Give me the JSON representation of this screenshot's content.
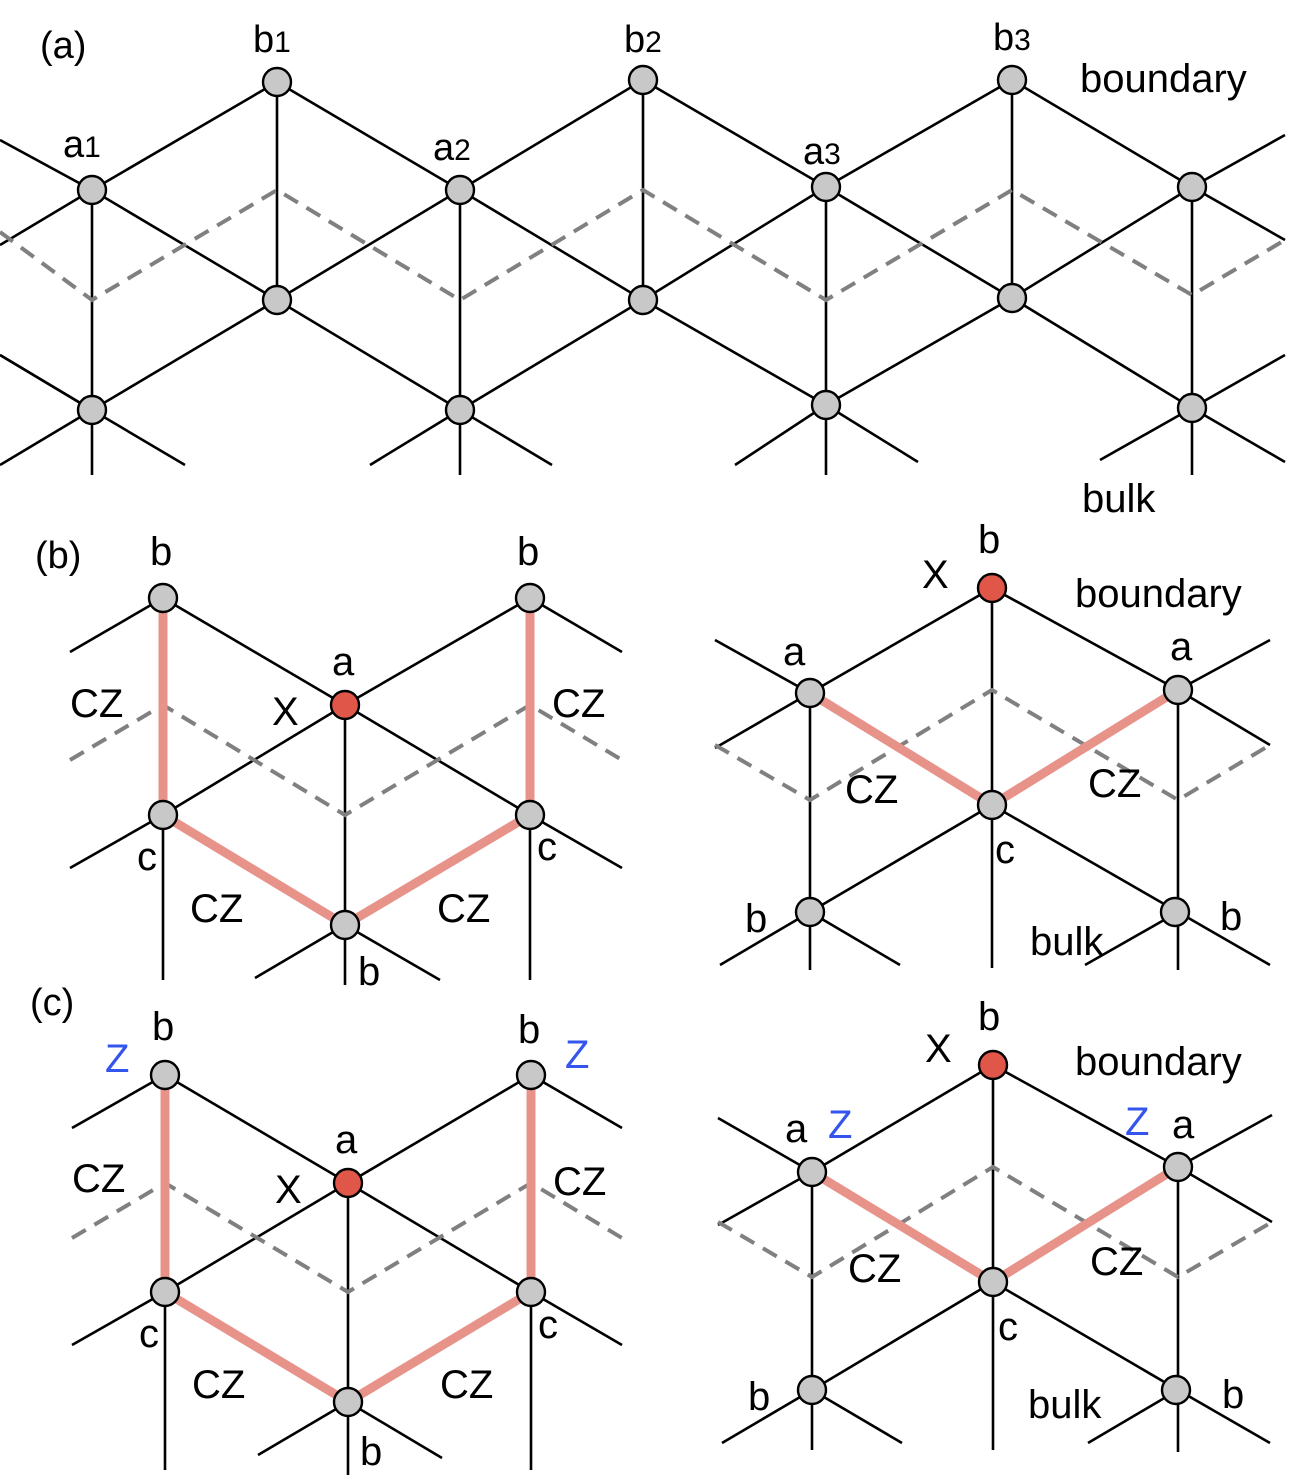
{
  "panels": [
    {
      "id": "a",
      "tag": "(a)",
      "edge_labels": [],
      "region_labels": [
        "boundary",
        "bulk"
      ],
      "node_labels": [
        {
          "base": "b",
          "sub": "1"
        },
        {
          "base": "b",
          "sub": "2"
        },
        {
          "base": "b",
          "sub": "3"
        },
        {
          "base": "a",
          "sub": "1"
        },
        {
          "base": "a",
          "sub": "2"
        },
        {
          "base": "a",
          "sub": "3"
        }
      ]
    },
    {
      "id": "b",
      "tag": "(b)",
      "operators": [
        "X",
        "X"
      ],
      "edge_labels": [
        "CZ",
        "CZ",
        "CZ",
        "CZ",
        "CZ",
        "CZ"
      ],
      "region_labels": [
        "boundary",
        "bulk"
      ],
      "node_labels": [
        "b",
        "b",
        "a",
        "c",
        "c",
        "b",
        "b",
        "a",
        "a",
        "c",
        "b",
        "b"
      ]
    },
    {
      "id": "c",
      "tag": "(c)",
      "operators": [
        "X",
        "X"
      ],
      "z_operators": [
        "Z",
        "Z",
        "Z",
        "Z"
      ],
      "edge_labels": [
        "CZ",
        "CZ",
        "CZ",
        "CZ",
        "CZ",
        "CZ"
      ],
      "region_labels": [
        "boundary",
        "bulk"
      ],
      "node_labels": [
        "b",
        "b",
        "a",
        "c",
        "c",
        "b",
        "b",
        "a",
        "a",
        "c",
        "b",
        "b"
      ]
    }
  ],
  "colors": {
    "edge": "#000000",
    "dashed": "#808080",
    "highlight": "#e8938a",
    "node_fill": "#c8c8c8",
    "node_active": "#e0574a",
    "z_label": "#3355ee"
  }
}
